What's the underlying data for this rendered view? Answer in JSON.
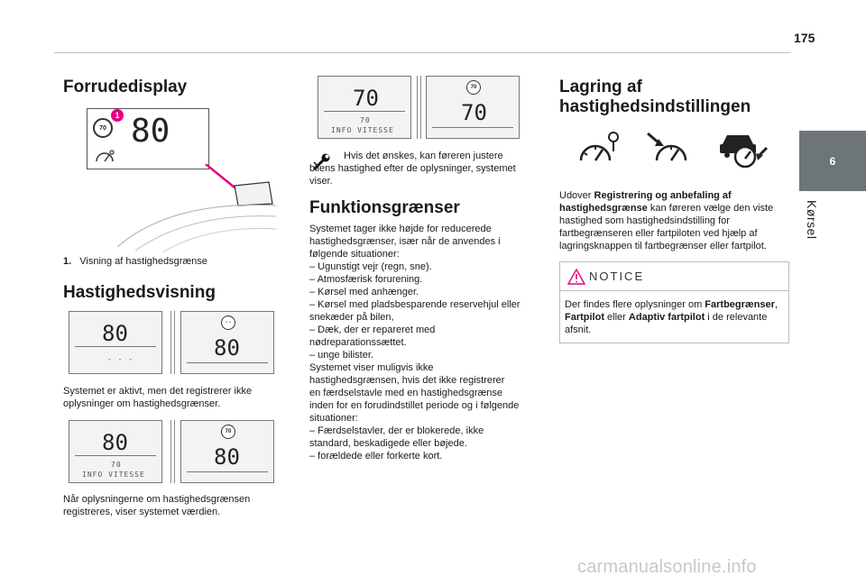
{
  "page": {
    "number": "175",
    "chapter_number": "6",
    "chapter_title": "Kørsel"
  },
  "col1": {
    "title": "Forrudedisplay",
    "figure": {
      "speed": "80",
      "sign": "70",
      "callout": "1"
    },
    "caption_number": "1.",
    "caption_text": "Visning af hastighedsgrænse",
    "section2_title": "Hastighedsvisning",
    "fig_a": {
      "left_speed": "80",
      "left_sub": "- - -",
      "right_speed": "80",
      "right_sign": "- -"
    },
    "para_a": "Systemet er aktivt, men det registrerer ikke oplysninger om hastighedsgrænser.",
    "fig_b": {
      "left_speed": "80",
      "left_sign": "70",
      "left_info": "INFO VITESSE",
      "right_speed": "80",
      "right_sign": "70"
    },
    "para_b": "Når oplysningerne om hastighedsgrænsen registreres, viser systemet værdien."
  },
  "col2": {
    "fig_c": {
      "left_speed": "70",
      "left_sign": "70",
      "left_info": "INFO VITESSE",
      "right_speed": "70",
      "right_sign": "70"
    },
    "tip_text": "Hvis det ønskes, kan føreren justere bilens hastighed efter de oplysninger, systemet viser.",
    "title": "Funktionsgrænser",
    "body": [
      "Systemet tager ikke højde for reducerede",
      "hastighedsgrænser, især når de anvendes i",
      "følgende situationer:",
      "–  Ugunstigt vejr (regn, sne).",
      "–  Atmosfærisk forurening.",
      "–  Kørsel med anhænger.",
      "–  Kørsel med pladsbesparende reservehjul eller",
      "snekæder på bilen,",
      "–  Dæk, der er repareret med",
      "nødreparationssættet.",
      "–  unge bilister.",
      "Systemet viser muligvis ikke",
      "hastighedsgrænsen, hvis det ikke registrerer",
      "en færdselstavle med en hastighedsgrænse",
      "inden for en forudindstillet periode og i følgende",
      "situationer:",
      "–  Færdselstavler, der er blokerede, ikke",
      "standard, beskadigede eller bøjede.",
      "–  forældede eller forkerte kort."
    ]
  },
  "col3": {
    "title_line1": "Lagring af",
    "title_line2": "hastighedsindstillingen",
    "intro_pre": "Udover ",
    "intro_bold": "Registrering og anbefaling af hastighedsgrænse",
    "intro_post": " kan føreren vælge den viste hastighed som hastighedsindstilling for fartbegrænseren eller fartpiloten ved hjælp af lagringsknappen til fartbegrænser eller fartpilot.",
    "notice_title": "NOTICE",
    "notice_pre": "Der findes flere oplysninger om ",
    "notice_b1": "Fartbegrænser",
    "notice_sep1": ", ",
    "notice_b2": "Fartpilot",
    "notice_sep2": " eller ",
    "notice_b3": "Adaptiv fartpilot",
    "notice_post": " i de relevante afsnit."
  },
  "watermark": "carmanualsonline.info",
  "colors": {
    "accent_pink": "#e6007e",
    "tab_gray": "#6d7577",
    "notice_icon": "#e6007e"
  }
}
